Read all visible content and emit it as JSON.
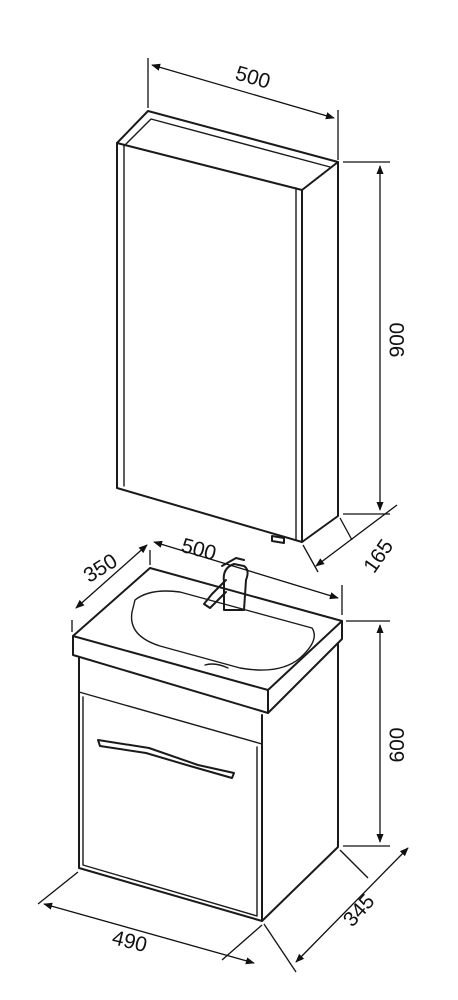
{
  "dimensions": {
    "cabinet_width": "500",
    "cabinet_height": "900",
    "cabinet_depth": "165",
    "basin_depth": "350",
    "basin_width": "500",
    "vanity_height": "600",
    "vanity_width": "490",
    "vanity_depth": "345"
  }
}
